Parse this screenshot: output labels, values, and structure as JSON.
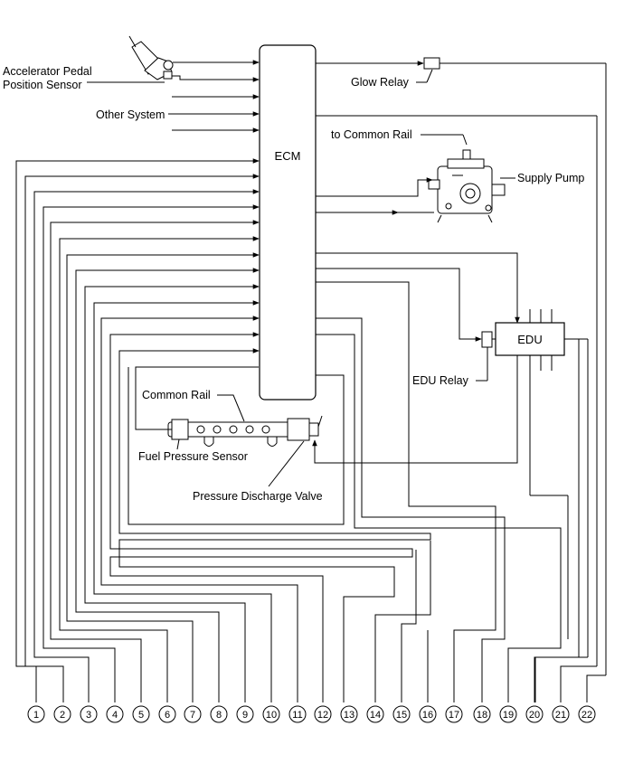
{
  "labels": {
    "accelerator_line1": "Accelerator Pedal",
    "accelerator_line2": "Position Sensor",
    "other_system": "Other System",
    "ecm": "ECM",
    "glow_relay": "Glow Relay",
    "to_common_rail": "to Common Rail",
    "supply_pump": "Supply Pump",
    "edu": "EDU",
    "edu_relay": "EDU Relay",
    "common_rail": "Common Rail",
    "fuel_pressure_sensor": "Fuel Pressure Sensor",
    "pressure_discharge_valve": "Pressure Discharge Valve"
  },
  "terminals": [
    "1",
    "2",
    "3",
    "4",
    "5",
    "6",
    "7",
    "8",
    "9",
    "10",
    "11",
    "12",
    "13",
    "14",
    "15",
    "16",
    "17",
    "18",
    "19",
    "20",
    "21",
    "22"
  ]
}
